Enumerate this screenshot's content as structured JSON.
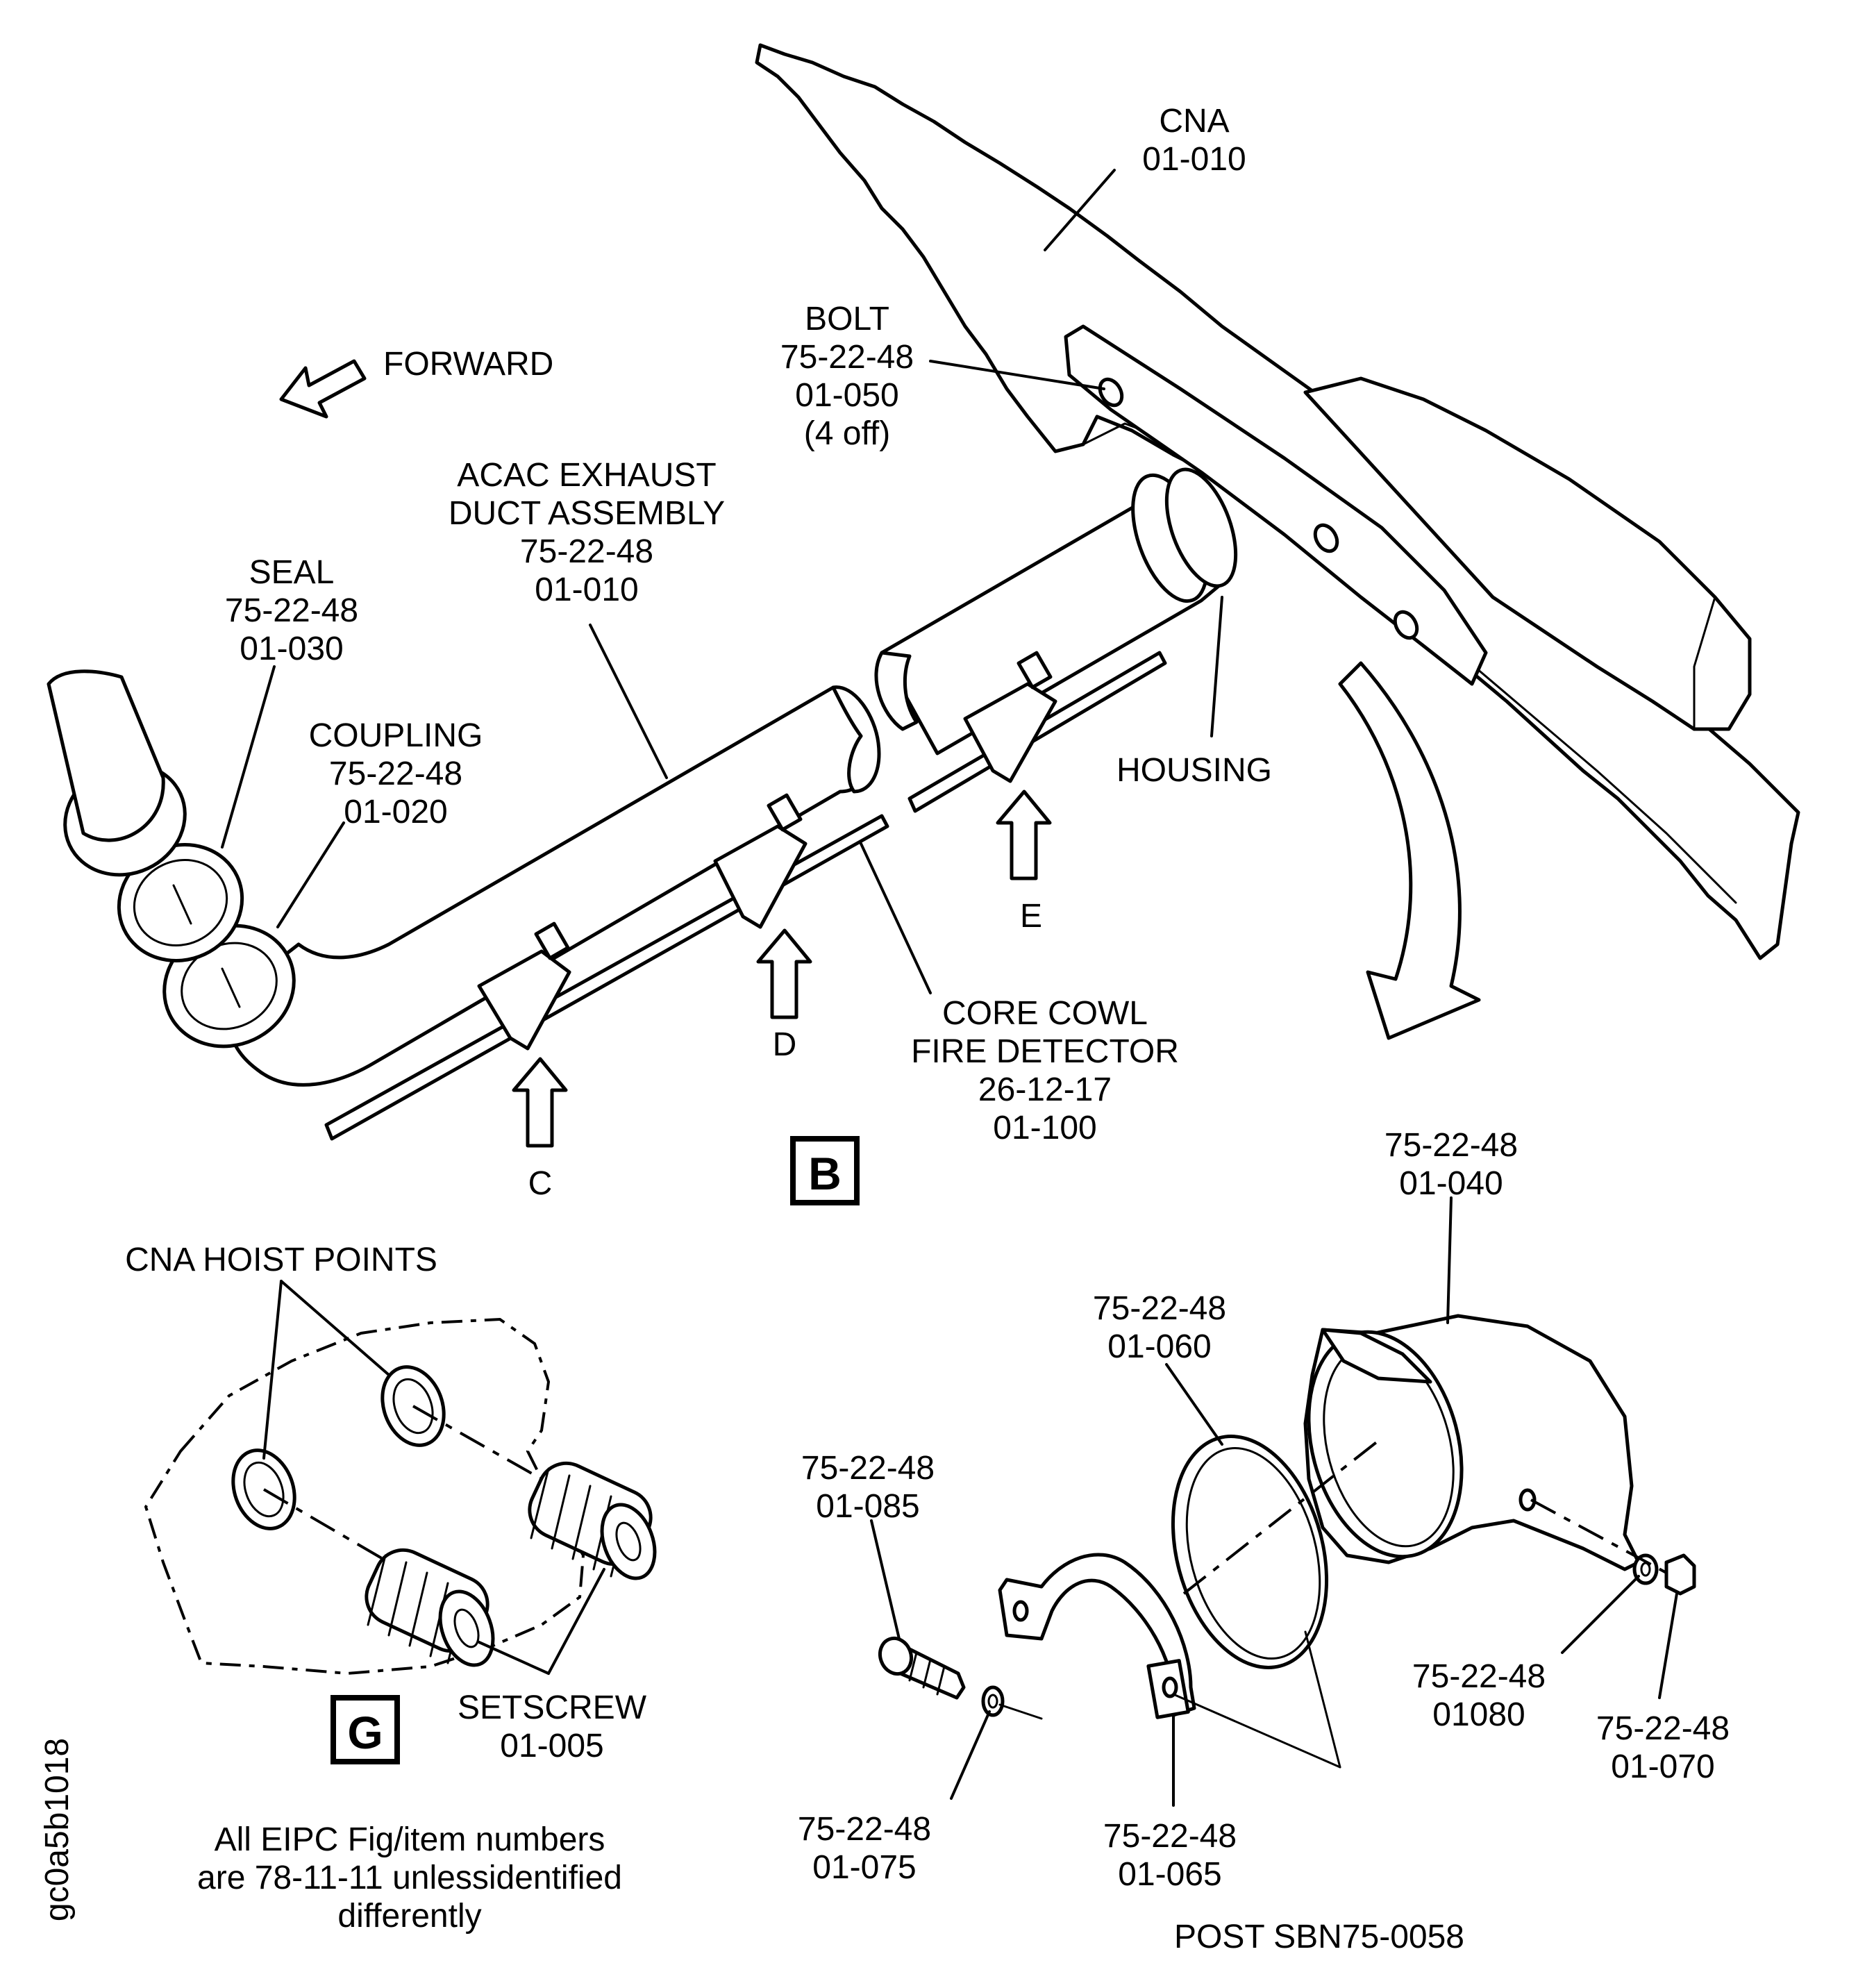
{
  "labels": {
    "cna_title": "CNA",
    "cna_ref": "01-010",
    "bolt_title": "BOLT",
    "bolt_ch": "75-22-48",
    "bolt_ref": "01-050",
    "bolt_qty": "(4 off)",
    "forward": "FORWARD",
    "acac_line1": "ACAC EXHAUST",
    "acac_line2": "DUCT ASSEMBLY",
    "acac_ch": "75-22-48",
    "acac_ref": "01-010",
    "seal_title": "SEAL",
    "seal_ch": "75-22-48",
    "seal_ref": "01-030",
    "coupling_title": "COUPLING",
    "coupling_ch": "75-22-48",
    "coupling_ref": "01-020",
    "housing": "HOUSING",
    "view_c": "C",
    "view_d": "D",
    "view_e": "E",
    "fire_line1": "CORE COWL",
    "fire_line2": "FIRE DETECTOR",
    "fire_ch": "26-12-17",
    "fire_ref": "01-100",
    "view_b": "B",
    "hoist_points": "CNA HOIST POINTS",
    "setscrew_title": "SETSCREW",
    "setscrew_ref": "01-005",
    "view_g": "G",
    "note_line1": "All EIPC Fig/item numbers",
    "note_line2": "are 78-11-11 unlessidentified",
    "note_line3": "differently",
    "drawing_id": "gc0a5b1018",
    "p040_ch": "75-22-48",
    "p040_ref": "01-040",
    "p060_ch": "75-22-48",
    "p060_ref": "01-060",
    "p085_ch": "75-22-48",
    "p085_ref": "01-085",
    "p080_ch": "75-22-48",
    "p080_ref": "01080",
    "p070_ch": "75-22-48",
    "p070_ref": "01-070",
    "p075_ch": "75-22-48",
    "p075_ref": "01-075",
    "p065_ch": "75-22-48",
    "p065_ref": "01-065",
    "post_sb": "POST SBN75-0058"
  }
}
